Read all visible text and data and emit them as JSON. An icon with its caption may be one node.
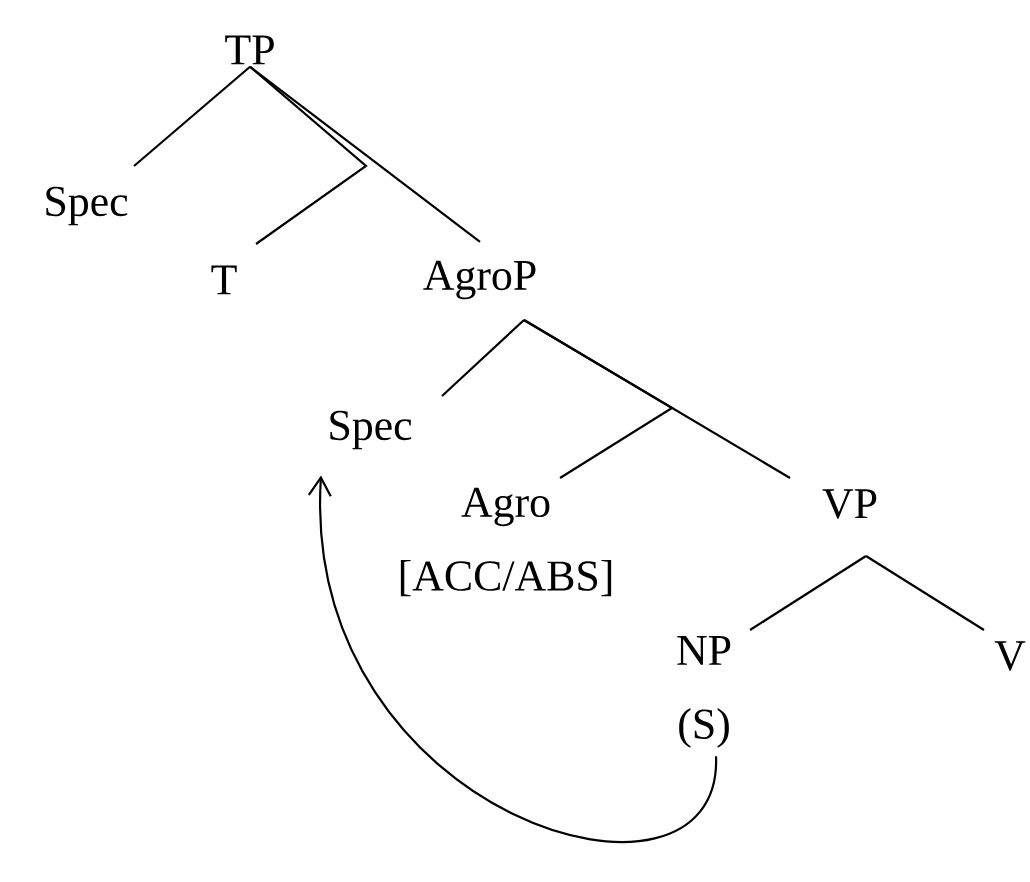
{
  "diagram": {
    "nodes": [
      {
        "text": [
          "TP"
        ]
      },
      {
        "text": [
          "Spec"
        ]
      },
      {
        "text": [
          "T"
        ]
      },
      {
        "text": [
          "AgroP"
        ]
      },
      {
        "text": [
          "Spec"
        ]
      },
      {
        "text": [
          "Agro",
          "[ACC/ABS]"
        ]
      },
      {
        "text": [
          "VP"
        ]
      },
      {
        "text": [
          "NP",
          "(S)"
        ]
      },
      {
        "text": [
          "V"
        ]
      }
    ],
    "edges": [
      {
        "from": 0,
        "to": 1,
        "arrow": "none"
      },
      {
        "from": 0,
        "to": 2,
        "arrow": "none"
      },
      {
        "from": 0,
        "to": 3,
        "arrow": "none"
      },
      {
        "from": 3,
        "to": 4,
        "arrow": "none"
      },
      {
        "from": 3,
        "to": 5,
        "arrow": "none"
      },
      {
        "from": 3,
        "to": 6,
        "arrow": "none"
      },
      {
        "from": 6,
        "to": 7,
        "arrow": "none"
      },
      {
        "from": 6,
        "to": 8,
        "arrow": "none"
      },
      {
        "from": 7,
        "to": 4,
        "arrow": "to"
      }
    ]
  }
}
